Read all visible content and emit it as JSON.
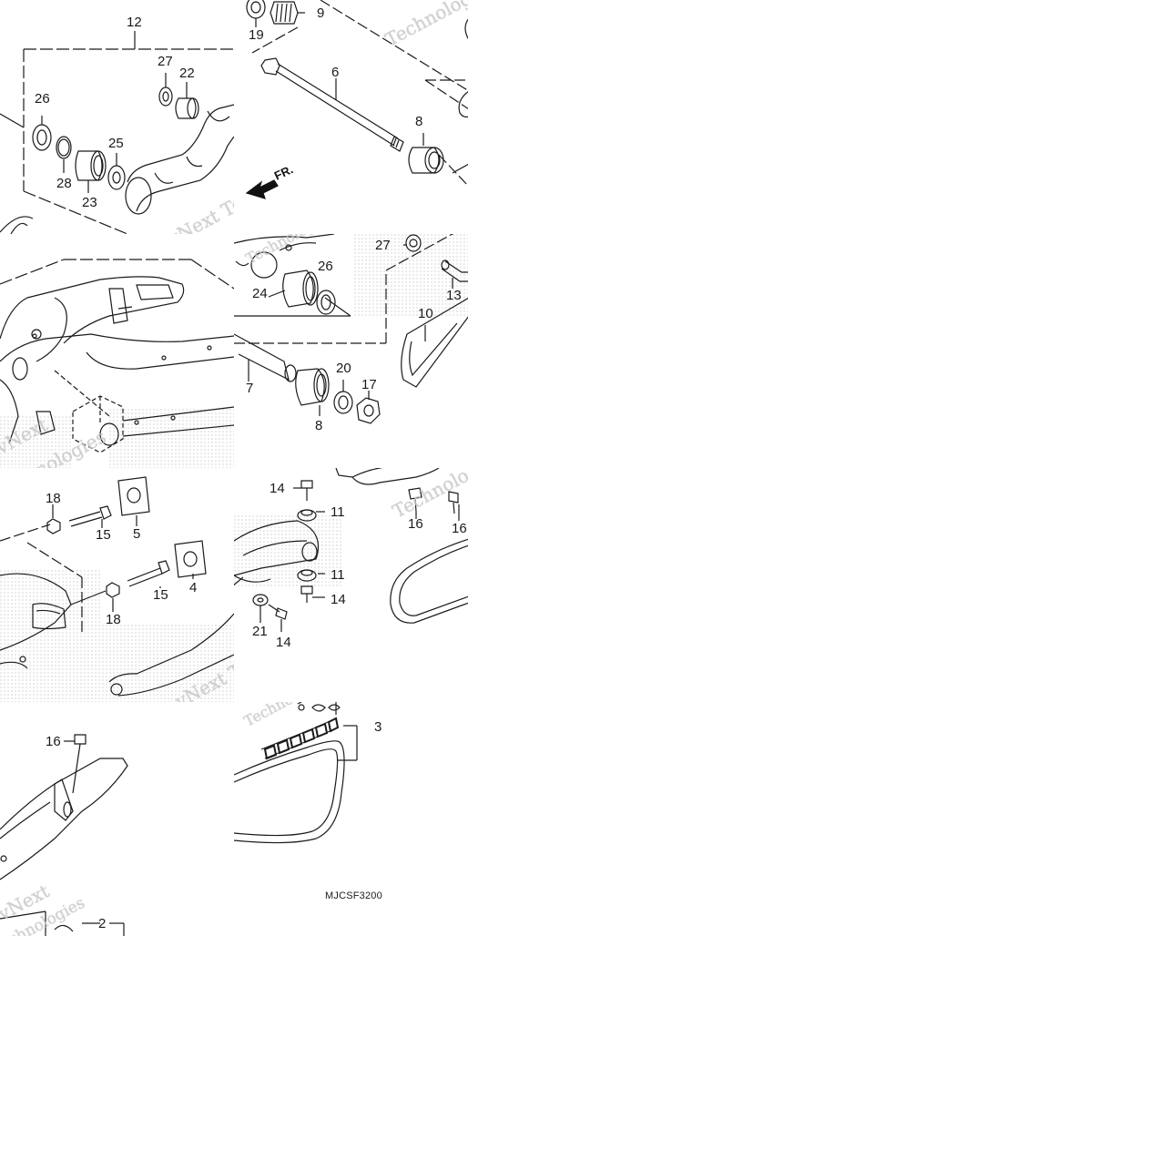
{
  "callouts": [
    {
      "id": "c12",
      "text": "12"
    },
    {
      "id": "c27a",
      "text": "27"
    },
    {
      "id": "c22",
      "text": "22"
    },
    {
      "id": "c26a",
      "text": "26"
    },
    {
      "id": "c25",
      "text": "25"
    },
    {
      "id": "c28",
      "text": "28"
    },
    {
      "id": "c23",
      "text": "23"
    },
    {
      "id": "c9",
      "text": "9"
    },
    {
      "id": "c19",
      "text": "19"
    },
    {
      "id": "c6",
      "text": "6"
    },
    {
      "id": "c8a",
      "text": "8"
    },
    {
      "id": "c27b",
      "text": "27"
    },
    {
      "id": "c26b",
      "text": "26"
    },
    {
      "id": "c24",
      "text": "24"
    },
    {
      "id": "c13",
      "text": "13"
    },
    {
      "id": "c10",
      "text": "10"
    },
    {
      "id": "c20",
      "text": "20"
    },
    {
      "id": "c17",
      "text": "17"
    },
    {
      "id": "c7",
      "text": "7"
    },
    {
      "id": "c8b",
      "text": "8"
    },
    {
      "id": "c18a",
      "text": "18"
    },
    {
      "id": "c15a",
      "text": "15"
    },
    {
      "id": "c5",
      "text": "5"
    },
    {
      "id": "c4",
      "text": "4"
    },
    {
      "id": "c15b",
      "text": "15"
    },
    {
      "id": "c18b",
      "text": "18"
    },
    {
      "id": "c14a",
      "text": "14"
    },
    {
      "id": "c11a",
      "text": "11"
    },
    {
      "id": "c16a",
      "text": "16"
    },
    {
      "id": "c16b",
      "text": "16"
    },
    {
      "id": "c11b",
      "text": "11"
    },
    {
      "id": "c14b",
      "text": "14"
    },
    {
      "id": "c21",
      "text": "21"
    },
    {
      "id": "c14c",
      "text": "14"
    },
    {
      "id": "c16c",
      "text": "16"
    },
    {
      "id": "c3",
      "text": "3"
    },
    {
      "id": "c2",
      "text": "2"
    }
  ],
  "direction_label": "FR.",
  "diagram_code": "MJCSF3200",
  "watermarks": [
    "vNext Technologies",
    "Technologies",
    "vNext Tec",
    "Technologies",
    "vNext Tec",
    "Technologies",
    "vNext",
    "Technologies"
  ],
  "colors": {
    "line": "#1a1a1a",
    "watermark": "#c9c9c9",
    "stipple": "#b5b5b5"
  }
}
